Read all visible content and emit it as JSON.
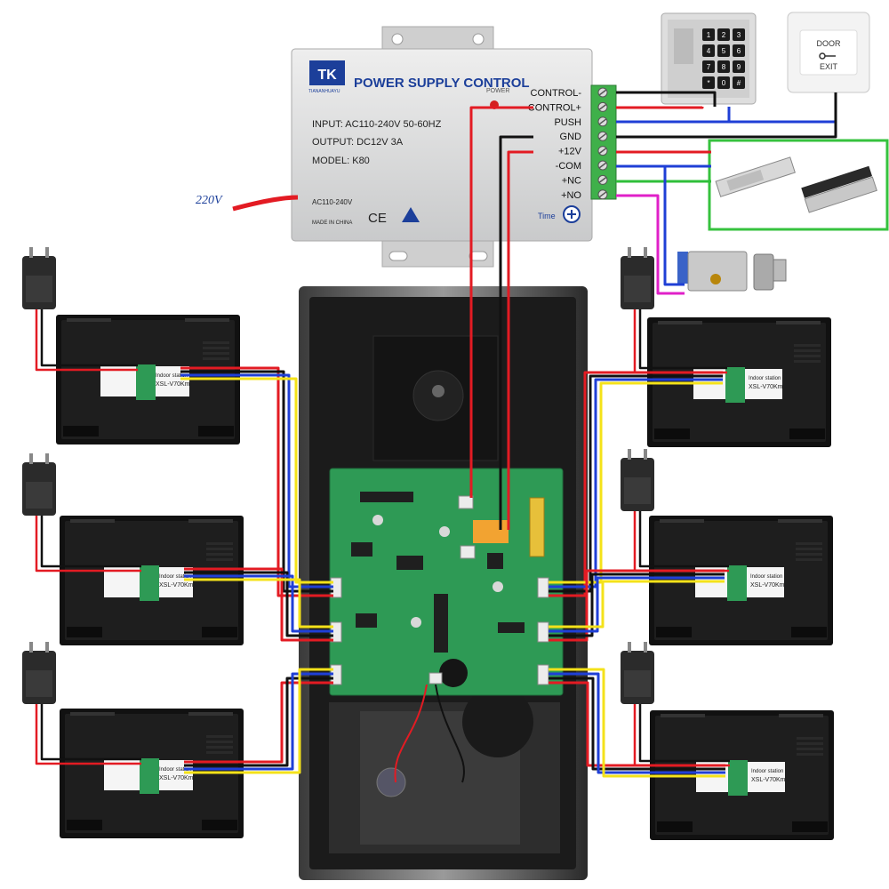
{
  "psu": {
    "brand_mark": "TK",
    "brand_name": "TIANANHUAYU",
    "title": "POWER SUPPLY CONTROL",
    "power_led_label": "POWER",
    "input": "INPUT: AC110-240V 50-60HZ",
    "output": "OUTPUT: DC12V 3A",
    "model": "MODEL: K80",
    "ac_rating": "AC110-240V",
    "made_in": "MADE IN CHINA",
    "ce_mark": "CE",
    "time_label": "Time",
    "terminals": [
      "CONTROL-",
      "CONTROL+",
      "PUSH",
      "GND",
      "+12V",
      "-COM",
      "+NC",
      "+NO"
    ],
    "mains_label": "220V"
  },
  "exit_button": {
    "line1": "DOOR",
    "line2": "EXIT"
  },
  "keypad": {
    "keys": [
      "1",
      "2",
      "3",
      "4",
      "5",
      "6",
      "7",
      "8",
      "9",
      "*",
      "0",
      "#"
    ]
  },
  "monitor_label": {
    "line1": "Indoor station",
    "line2": "XSL-V70Km"
  },
  "colors": {
    "wire_red": "#e31b23",
    "wire_black": "#111111",
    "wire_blue": "#1f3fd6",
    "wire_yellow": "#f4e21a",
    "wire_green": "#2fbf3a",
    "wire_magenta": "#e020c8",
    "pcb_green": "#2e9a55",
    "psu_body": "#d9dadb",
    "lock_box_border": "#36c23e",
    "title_blue": "#1c3f9a"
  }
}
